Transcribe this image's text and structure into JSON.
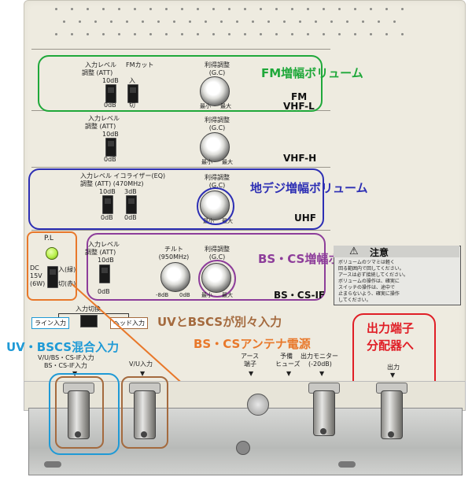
{
  "colors": {
    "green": "#1fa83a",
    "blue": "#2d2fb4",
    "purple": "#8d3d9a",
    "orange": "#e8782a",
    "cyan": "#1f9ad6",
    "brown": "#a46a3e",
    "red": "#e01e26",
    "led": "#b8f04a"
  },
  "fm_section": {
    "input_level": "入力レベル",
    "adjust_att": "調整 (ATT)",
    "fm_cut": "FMカット",
    "db10": "10dB",
    "on": "入",
    "db0": "0dB",
    "off": "切",
    "gain_adjust": "利得調整",
    "gc": "(G.C)",
    "min": "最小",
    "max": "最大",
    "band_fm": "FM",
    "band": "VHF-L",
    "annotation": "FM増幅ボリューム"
  },
  "vhfh_section": {
    "input_level": "入力レベル",
    "adjust_att": "調整 (ATT)",
    "db10": "10dB",
    "db0": "0dB",
    "gain_adjust": "利得調整",
    "gc": "(G.C)",
    "min": "最小",
    "max": "最大",
    "band": "VHF-H"
  },
  "uhf_section": {
    "input_level_eq": "入力レベル イコライザー(EQ)",
    "adjust_att_mhz": "調整 (ATT) (470MHz)",
    "db10": "10dB",
    "db3": "3dB",
    "db0a": "0dB",
    "db0b": "0dB",
    "gain_adjust": "利得調整",
    "gc": "(G.C)",
    "min": "最小",
    "max": "最大",
    "band": "UHF",
    "annotation": "地デジ増幅ボリューム"
  },
  "bs_section": {
    "pl": "P.L",
    "dc": "DC",
    "voltage": "15V",
    "watt": "(6W)",
    "on_green": "入(緑)",
    "off_red": "切(赤)",
    "input_level": "入力レベル",
    "adjust_att": "調整 (ATT)",
    "db10": "10dB",
    "db0": "0dB",
    "tilt": "チルト",
    "tilt_freq": "(950MHz)",
    "minus8db": "-8dB",
    "tilt_0db": "0dB",
    "gain_adjust": "利得調整",
    "gc": "(G.C)",
    "min": "最小",
    "max": "最大",
    "band": "BS・CS-IF",
    "annotation": "BS・CS増幅ボリューム",
    "caution_title": "注意",
    "caution_lines": [
      "ボリュームのツマミは軽く",
      "回る範囲内で回してください。",
      "アースは必ず接続してください。",
      "ボリュームの操作は、確実に",
      "スイッチの操作は、途中で",
      "止まらないよう、確実に操作",
      "してください。"
    ]
  },
  "input_switch": {
    "title": "入力切換",
    "line_input": "ライン入力",
    "head_input": "ヘッド入力",
    "note": "UVとBSCSが別々入力"
  },
  "annotations": {
    "uv_bscs_mixed": "UV・BSCS混合入力",
    "bscs_power": "BS・CSアンテナ電源",
    "output_terminal": "出力端子",
    "to_splitter": "分配器へ"
  },
  "ports": {
    "vu_bscs_label1": "V/U/BS・CS-IF入力",
    "vu_bscs_label2": "BS・CS-IF入力",
    "vu_label": "V/U入力",
    "earth1": "アース",
    "earth2": "端子",
    "fuse1": "予備",
    "fuse2": "ヒューズ",
    "monitor1": "出力モニター",
    "monitor2": "(-20dB)",
    "output": "出力"
  }
}
